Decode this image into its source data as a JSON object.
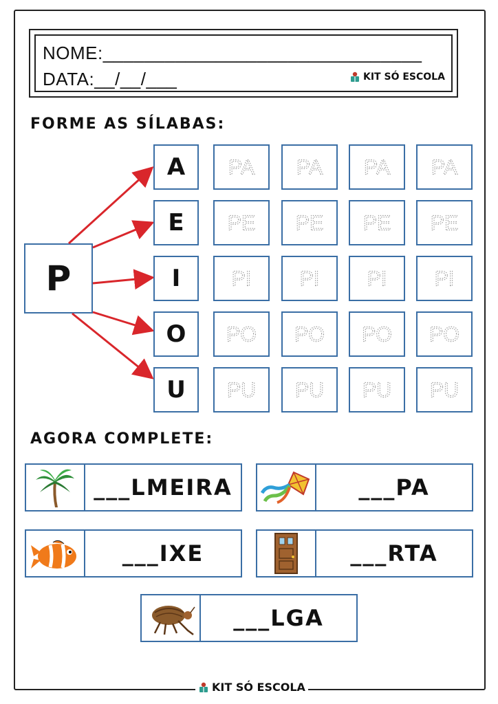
{
  "header": {
    "name_label": "NOME:_______________________________",
    "date_label": "DATA:__/__/___",
    "logo_text": "KIT SÓ ESCOLA"
  },
  "section1": {
    "title": "FORME AS SÍLABAS:",
    "consonant": "P",
    "rows": [
      {
        "vowel": "A",
        "syllable": "PA"
      },
      {
        "vowel": "E",
        "syllable": "PE"
      },
      {
        "vowel": "I",
        "syllable": "PI"
      },
      {
        "vowel": "O",
        "syllable": "PO"
      },
      {
        "vowel": "U",
        "syllable": "PU"
      }
    ]
  },
  "section2": {
    "title": "AGORA COMPLETE:",
    "cards": [
      {
        "word": "___LMEIRA",
        "icon": "palm-tree-icon"
      },
      {
        "word": "___PA",
        "icon": "kite-icon"
      },
      {
        "word": "___IXE",
        "icon": "fish-icon"
      },
      {
        "word": "___RTA",
        "icon": "door-icon"
      },
      {
        "word": "___LGA",
        "icon": "flea-icon"
      }
    ]
  },
  "footer": {
    "logo_text": "KIT SÓ ESCOLA"
  },
  "colors": {
    "box_border": "#3a6ea5",
    "arrow": "#d9262b",
    "trace": "#9a9a9a"
  }
}
